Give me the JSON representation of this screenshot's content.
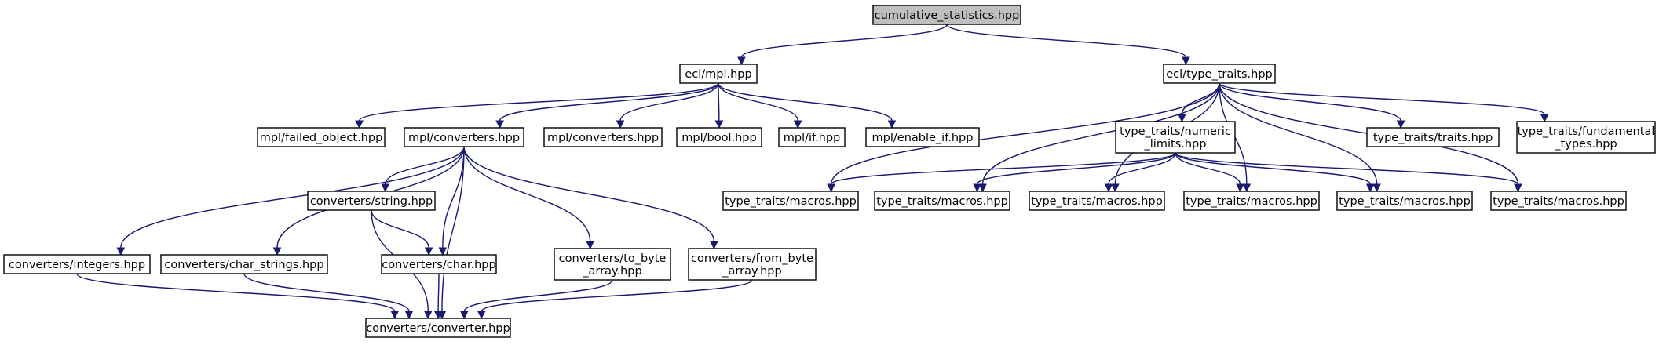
{
  "graph": {
    "edge_color": "#191970",
    "root_fill": "#bfbfbf",
    "nodes": [
      {
        "id": "root",
        "lines": [
          "cumulative_statistics.hpp"
        ],
        "root": true,
        "icon": "node-box"
      },
      {
        "id": "ecl_mpl",
        "lines": [
          "ecl/mpl.hpp"
        ]
      },
      {
        "id": "ecl_type_traits",
        "lines": [
          "ecl/type_traits.hpp"
        ]
      },
      {
        "id": "mpl_failed_object",
        "lines": [
          "mpl/failed_object.hpp"
        ]
      },
      {
        "id": "mpl_converters_a",
        "lines": [
          "mpl/converters.hpp"
        ]
      },
      {
        "id": "mpl_converters_b",
        "lines": [
          "mpl/converters.hpp"
        ]
      },
      {
        "id": "mpl_bool",
        "lines": [
          "mpl/bool.hpp"
        ]
      },
      {
        "id": "mpl_if",
        "lines": [
          "mpl/if.hpp"
        ]
      },
      {
        "id": "mpl_enable_if",
        "lines": [
          "mpl/enable_if.hpp"
        ]
      },
      {
        "id": "tt_numeric_limits",
        "lines": [
          "type_traits/numeric",
          "_limits.hpp"
        ]
      },
      {
        "id": "tt_traits",
        "lines": [
          "type_traits/traits.hpp"
        ]
      },
      {
        "id": "tt_fundamental",
        "lines": [
          "type_traits/fundamental",
          "_types.hpp"
        ]
      },
      {
        "id": "conv_string",
        "lines": [
          "converters/string.hpp"
        ]
      },
      {
        "id": "conv_integers",
        "lines": [
          "converters/integers.hpp"
        ]
      },
      {
        "id": "conv_char_strings",
        "lines": [
          "converters/char_strings.hpp"
        ]
      },
      {
        "id": "conv_char",
        "lines": [
          "converters/char.hpp"
        ]
      },
      {
        "id": "conv_to_byte_array",
        "lines": [
          "converters/to_byte",
          "_array.hpp"
        ]
      },
      {
        "id": "conv_from_byte_array",
        "lines": [
          "converters/from_byte",
          "_array.hpp"
        ]
      },
      {
        "id": "conv_converter",
        "lines": [
          "converters/converter.hpp"
        ]
      },
      {
        "id": "tt_macros_1",
        "lines": [
          "type_traits/macros.hpp"
        ]
      },
      {
        "id": "tt_macros_2",
        "lines": [
          "type_traits/macros.hpp"
        ]
      },
      {
        "id": "tt_macros_3",
        "lines": [
          "type_traits/macros.hpp"
        ]
      },
      {
        "id": "tt_macros_4",
        "lines": [
          "type_traits/macros.hpp"
        ]
      },
      {
        "id": "tt_macros_5",
        "lines": [
          "type_traits/macros.hpp"
        ]
      },
      {
        "id": "tt_macros_6",
        "lines": [
          "type_traits/macros.hpp"
        ]
      }
    ],
    "edges": [
      [
        "root",
        "ecl_mpl"
      ],
      [
        "root",
        "ecl_type_traits"
      ],
      [
        "ecl_mpl",
        "mpl_failed_object"
      ],
      [
        "ecl_mpl",
        "mpl_converters_a"
      ],
      [
        "ecl_mpl",
        "mpl_converters_b"
      ],
      [
        "ecl_mpl",
        "mpl_bool"
      ],
      [
        "ecl_mpl",
        "mpl_if"
      ],
      [
        "ecl_mpl",
        "mpl_enable_if"
      ],
      [
        "mpl_converters_a",
        "conv_integers"
      ],
      [
        "mpl_converters_a",
        "conv_char_strings"
      ],
      [
        "mpl_converters_a",
        "conv_string"
      ],
      [
        "mpl_converters_a",
        "conv_char"
      ],
      [
        "mpl_converters_a",
        "conv_converter"
      ],
      [
        "mpl_converters_a",
        "conv_to_byte_array"
      ],
      [
        "mpl_converters_a",
        "conv_from_byte_array"
      ],
      [
        "conv_string",
        "conv_char"
      ],
      [
        "conv_string",
        "conv_converter"
      ],
      [
        "conv_char",
        "conv_converter"
      ],
      [
        "conv_integers",
        "conv_converter"
      ],
      [
        "conv_char_strings",
        "conv_converter"
      ],
      [
        "conv_to_byte_array",
        "conv_converter"
      ],
      [
        "conv_from_byte_array",
        "conv_converter"
      ],
      [
        "ecl_type_traits",
        "tt_numeric_limits"
      ],
      [
        "ecl_type_traits",
        "tt_traits"
      ],
      [
        "ecl_type_traits",
        "tt_fundamental"
      ],
      [
        "ecl_type_traits",
        "tt_macros_1"
      ],
      [
        "ecl_type_traits",
        "tt_macros_2"
      ],
      [
        "ecl_type_traits",
        "tt_macros_3"
      ],
      [
        "ecl_type_traits",
        "tt_macros_4"
      ],
      [
        "ecl_type_traits",
        "tt_macros_5"
      ],
      [
        "ecl_type_traits",
        "tt_macros_6"
      ],
      [
        "tt_numeric_limits",
        "tt_macros_1"
      ],
      [
        "tt_numeric_limits",
        "tt_macros_2"
      ],
      [
        "tt_numeric_limits",
        "tt_macros_3"
      ],
      [
        "tt_numeric_limits",
        "tt_macros_4"
      ],
      [
        "tt_numeric_limits",
        "tt_macros_5"
      ],
      [
        "tt_numeric_limits",
        "tt_macros_6"
      ]
    ]
  }
}
